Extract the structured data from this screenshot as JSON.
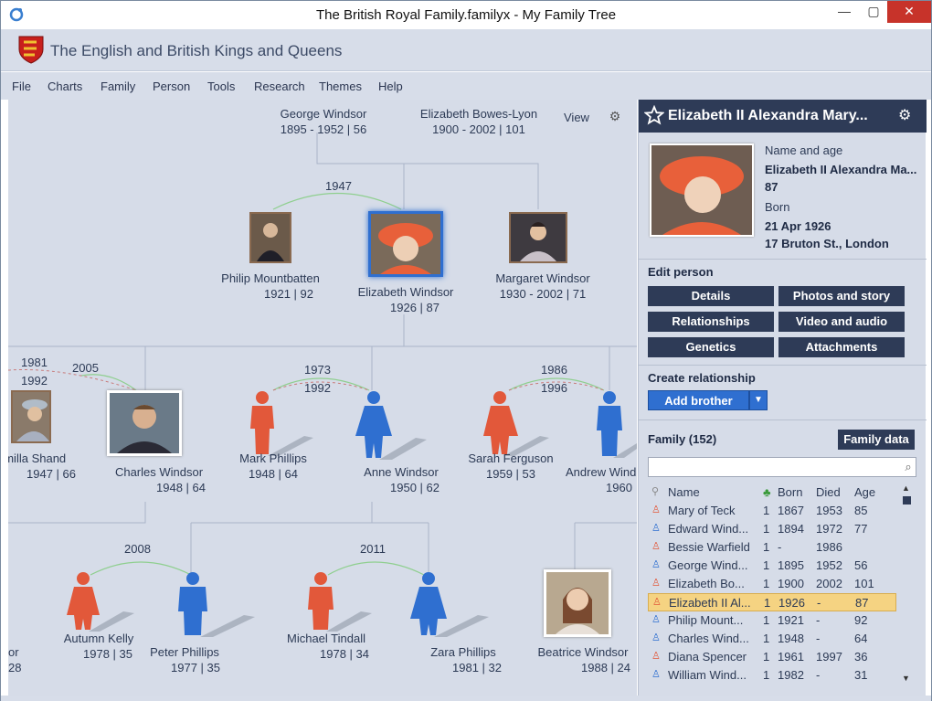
{
  "window": {
    "title": "The British Royal Family.familyx - My Family Tree"
  },
  "header": {
    "tree_title": "The English and British Kings and Queens"
  },
  "menu": [
    "File",
    "Charts",
    "Family",
    "Person",
    "Tools",
    "Research",
    "Themes",
    "Help"
  ],
  "chart": {
    "view_label": "View",
    "people": [
      {
        "id": "george",
        "name": "George Windsor",
        "dates": "1895 - 1952 | 56"
      },
      {
        "id": "bowes",
        "name": "Elizabeth Bowes-Lyon",
        "dates": "1900 - 2002 | 101"
      },
      {
        "id": "philip",
        "name": "Philip Mountbatten",
        "dates": "1921 | 92"
      },
      {
        "id": "elizabeth",
        "name": "Elizabeth Windsor",
        "dates": "1926 | 87"
      },
      {
        "id": "margaret",
        "name": "Margaret Windsor",
        "dates": "1930 - 2002 | 71"
      },
      {
        "id": "camilla",
        "name": "amilla Shand",
        "dates": "1947 | 66"
      },
      {
        "id": "charles",
        "name": "Charles Windsor",
        "dates": "1948 | 64"
      },
      {
        "id": "mark",
        "name": "Mark Phillips",
        "dates": "1948 | 64"
      },
      {
        "id": "anne",
        "name": "Anne Windsor",
        "dates": "1950 | 62"
      },
      {
        "id": "sarah",
        "name": "Sarah Ferguson",
        "dates": "1959 | 53"
      },
      {
        "id": "andrew",
        "name": "Andrew Wind",
        "dates": "1960"
      },
      {
        "id": "autumn",
        "name": "Autumn Kelly",
        "dates": "1978 | 35"
      },
      {
        "id": "peter",
        "name": "Peter Phillips",
        "dates": "1977 | 35"
      },
      {
        "id": "michael",
        "name": "Michael Tindall",
        "dates": "1978 | 34"
      },
      {
        "id": "zara",
        "name": "Zara Phillips",
        "dates": "1981 | 32"
      },
      {
        "id": "beatrice",
        "name": "Beatrice Windsor",
        "dates": "1988 | 24"
      },
      {
        "id": "left_edge",
        "name": "or",
        "dates": "28"
      }
    ],
    "years": [
      "1947",
      "1981",
      "1992",
      "2005",
      "1973",
      "1992",
      "1986",
      "1996",
      "2008",
      "2011"
    ]
  },
  "panel": {
    "title": "Elizabeth II Alexandra Mary...",
    "name_age_label": "Name and age",
    "full_name": "Elizabeth II Alexandra Ma...",
    "age": "87",
    "born_label": "Born",
    "born_date": "21 Apr 1926",
    "born_place": "17 Bruton St., London",
    "edit_title": "Edit person",
    "edit_buttons": [
      "Details",
      "Photos and story",
      "Relationships",
      "Video and audio",
      "Genetics",
      "Attachments"
    ],
    "create_title": "Create relationship",
    "add_button": "Add brother",
    "family_title": "Family (152)",
    "family_data_button": "Family data",
    "search_placeholder": "",
    "columns": [
      "Name",
      "Born",
      "Died",
      "Age"
    ],
    "rows": [
      {
        "sex": "f",
        "name": "Mary of Teck",
        "tree": "1",
        "born": "1867",
        "died": "1953",
        "age": "85"
      },
      {
        "sex": "m",
        "name": "Edward Wind...",
        "tree": "1",
        "born": "1894",
        "died": "1972",
        "age": "77"
      },
      {
        "sex": "f",
        "name": "Bessie Warfield",
        "tree": "1",
        "born": "-",
        "died": "1986",
        "age": ""
      },
      {
        "sex": "m",
        "name": "George Wind...",
        "tree": "1",
        "born": "1895",
        "died": "1952",
        "age": "56"
      },
      {
        "sex": "f",
        "name": "Elizabeth Bo...",
        "tree": "1",
        "born": "1900",
        "died": "2002",
        "age": "101"
      },
      {
        "sex": "f",
        "name": "Elizabeth II Al...",
        "tree": "1",
        "born": "1926",
        "died": "-",
        "age": "87"
      },
      {
        "sex": "m",
        "name": "Philip Mount...",
        "tree": "1",
        "born": "1921",
        "died": "-",
        "age": "92"
      },
      {
        "sex": "m",
        "name": "Charles Wind...",
        "tree": "1",
        "born": "1948",
        "died": "-",
        "age": "64"
      },
      {
        "sex": "f",
        "name": "Diana Spencer",
        "tree": "1",
        "born": "1961",
        "died": "1997",
        "age": "36"
      },
      {
        "sex": "m",
        "name": "William Wind...",
        "tree": "1",
        "born": "1982",
        "died": "-",
        "age": "31"
      }
    ]
  },
  "colors": {
    "male": "#2f6fd0",
    "female": "#e2583a",
    "accent": "#2e3b57"
  }
}
